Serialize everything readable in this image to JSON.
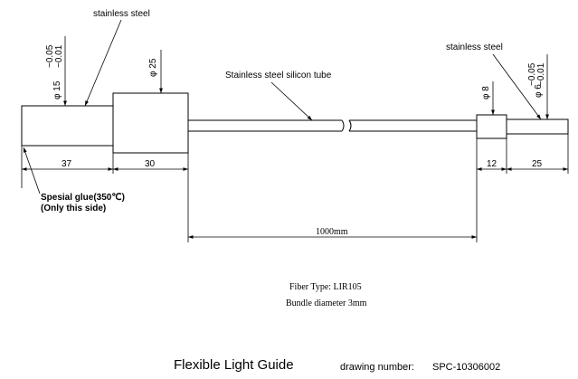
{
  "labels": {
    "stainless_left": "stainless steel",
    "stainless_right": "stainless steel",
    "tube": "Stainless steel silicon tube",
    "glue_line1": "Spesial glue(350℃)",
    "glue_line2": "(Only this side)"
  },
  "dimensions": {
    "dia_left_main": "φ 15",
    "dia_left_tol_upper": "−0.05",
    "dia_left_tol_lower": "−0.01",
    "dia_ferrule": "φ 25",
    "dia_right_collar": "φ 8",
    "dia_right_main": "φ 6",
    "dia_right_tol_upper": "−0.05",
    "dia_right_tol_lower": "−0.01",
    "len_left_tip": "37",
    "len_ferrule": "30",
    "len_tube": "1000mm",
    "len_collar": "12",
    "len_right_tip": "25"
  },
  "notes": {
    "fiber_type": "Fiber Type: LIR105",
    "bundle_diameter": "Bundle diameter 3mm"
  },
  "footer": {
    "title": "Flexible Light Guide",
    "drawing_number_label": "drawing number:",
    "drawing_number": "SPC-10306002"
  }
}
